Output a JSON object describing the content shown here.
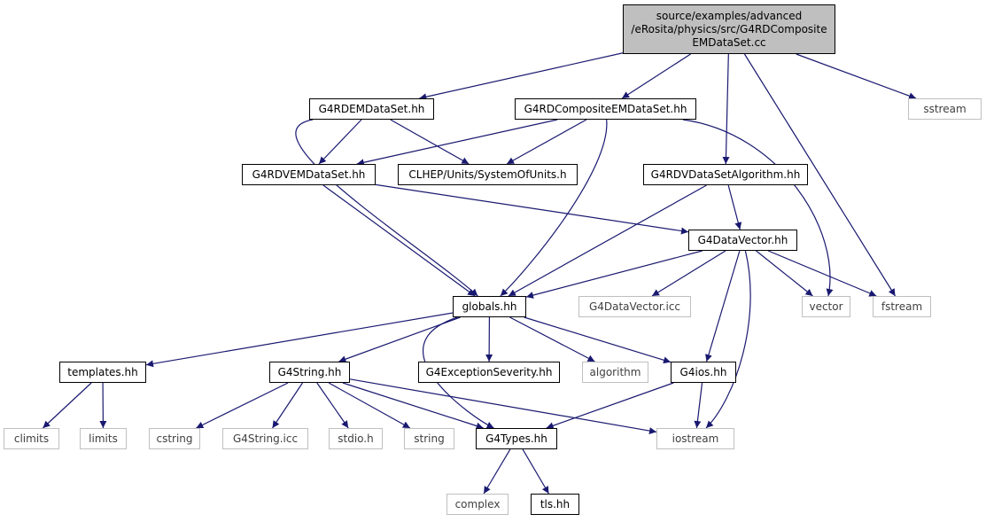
{
  "colors": {
    "edge": "#191970",
    "root_fill": "#bfbfbf",
    "external_border": "#bfbfbf",
    "node_border": "#000000"
  },
  "nodes": [
    {
      "id": "root",
      "label": "source/examples/advanced\n/eRosita/physics/src/G4RDComposite\nEMDataSet.cc",
      "kind": "root"
    },
    {
      "id": "g4rdem",
      "label": "G4RDEMDataSet.hh",
      "kind": "solid"
    },
    {
      "id": "g4rdcomp",
      "label": "G4RDCompositeEMDataSet.hh",
      "kind": "solid"
    },
    {
      "id": "sstream",
      "label": "sstream",
      "kind": "ext"
    },
    {
      "id": "g4rdvem",
      "label": "G4RDVEMDataSet.hh",
      "kind": "solid"
    },
    {
      "id": "clhep",
      "label": "CLHEP/Units/SystemOfUnits.h",
      "kind": "solid"
    },
    {
      "id": "g4rdvalg",
      "label": "G4RDVDataSetAlgorithm.hh",
      "kind": "solid"
    },
    {
      "id": "g4datavec",
      "label": "G4DataVector.hh",
      "kind": "solid"
    },
    {
      "id": "globals",
      "label": "globals.hh",
      "kind": "solid"
    },
    {
      "id": "g4dvicc",
      "label": "G4DataVector.icc",
      "kind": "ext"
    },
    {
      "id": "vector",
      "label": "vector",
      "kind": "ext"
    },
    {
      "id": "fstream",
      "label": "fstream",
      "kind": "ext"
    },
    {
      "id": "templates",
      "label": "templates.hh",
      "kind": "solid"
    },
    {
      "id": "g4string",
      "label": "G4String.hh",
      "kind": "solid"
    },
    {
      "id": "g4excsev",
      "label": "G4ExceptionSeverity.hh",
      "kind": "solid"
    },
    {
      "id": "algorithm",
      "label": "algorithm",
      "kind": "ext"
    },
    {
      "id": "g4ios",
      "label": "G4ios.hh",
      "kind": "solid"
    },
    {
      "id": "climits",
      "label": "climits",
      "kind": "ext"
    },
    {
      "id": "limits",
      "label": "limits",
      "kind": "ext"
    },
    {
      "id": "cstring",
      "label": "cstring",
      "kind": "ext"
    },
    {
      "id": "g4stricc",
      "label": "G4String.icc",
      "kind": "ext"
    },
    {
      "id": "stdioh",
      "label": "stdio.h",
      "kind": "ext"
    },
    {
      "id": "string",
      "label": "string",
      "kind": "ext"
    },
    {
      "id": "g4types",
      "label": "G4Types.hh",
      "kind": "solid"
    },
    {
      "id": "iostream",
      "label": "iostream",
      "kind": "ext"
    },
    {
      "id": "complex",
      "label": "complex",
      "kind": "ext"
    },
    {
      "id": "tlshh",
      "label": "tls.hh",
      "kind": "solid"
    }
  ],
  "edges": [
    {
      "from": "root",
      "to": "g4rdem"
    },
    {
      "from": "root",
      "to": "g4rdcomp"
    },
    {
      "from": "root",
      "to": "sstream"
    },
    {
      "from": "root",
      "to": "g4rdvalg"
    },
    {
      "from": "root",
      "to": "fstream"
    },
    {
      "from": "g4rdem",
      "to": "g4rdvem"
    },
    {
      "from": "g4rdem",
      "to": "clhep"
    },
    {
      "from": "g4rdem",
      "to": "globals"
    },
    {
      "from": "g4rdcomp",
      "to": "g4rdvem"
    },
    {
      "from": "g4rdcomp",
      "to": "clhep"
    },
    {
      "from": "g4rdcomp",
      "to": "globals"
    },
    {
      "from": "g4rdcomp",
      "to": "vector"
    },
    {
      "from": "g4rdvem",
      "to": "globals"
    },
    {
      "from": "g4rdvem",
      "to": "g4datavec"
    },
    {
      "from": "g4rdvalg",
      "to": "g4datavec"
    },
    {
      "from": "g4rdvalg",
      "to": "globals"
    },
    {
      "from": "g4datavec",
      "to": "globals"
    },
    {
      "from": "g4datavec",
      "to": "g4dvicc"
    },
    {
      "from": "g4datavec",
      "to": "vector"
    },
    {
      "from": "g4datavec",
      "to": "fstream"
    },
    {
      "from": "g4datavec",
      "to": "g4ios"
    },
    {
      "from": "g4datavec",
      "to": "iostream"
    },
    {
      "from": "globals",
      "to": "templates"
    },
    {
      "from": "globals",
      "to": "g4string"
    },
    {
      "from": "globals",
      "to": "g4excsev"
    },
    {
      "from": "globals",
      "to": "algorithm"
    },
    {
      "from": "globals",
      "to": "g4ios"
    },
    {
      "from": "globals",
      "to": "g4types"
    },
    {
      "from": "templates",
      "to": "climits"
    },
    {
      "from": "templates",
      "to": "limits"
    },
    {
      "from": "g4string",
      "to": "cstring"
    },
    {
      "from": "g4string",
      "to": "g4stricc"
    },
    {
      "from": "g4string",
      "to": "stdioh"
    },
    {
      "from": "g4string",
      "to": "string"
    },
    {
      "from": "g4string",
      "to": "g4types"
    },
    {
      "from": "g4string",
      "to": "iostream"
    },
    {
      "from": "g4ios",
      "to": "g4types"
    },
    {
      "from": "g4ios",
      "to": "iostream"
    },
    {
      "from": "g4types",
      "to": "complex"
    },
    {
      "from": "g4types",
      "to": "tlshh"
    }
  ]
}
